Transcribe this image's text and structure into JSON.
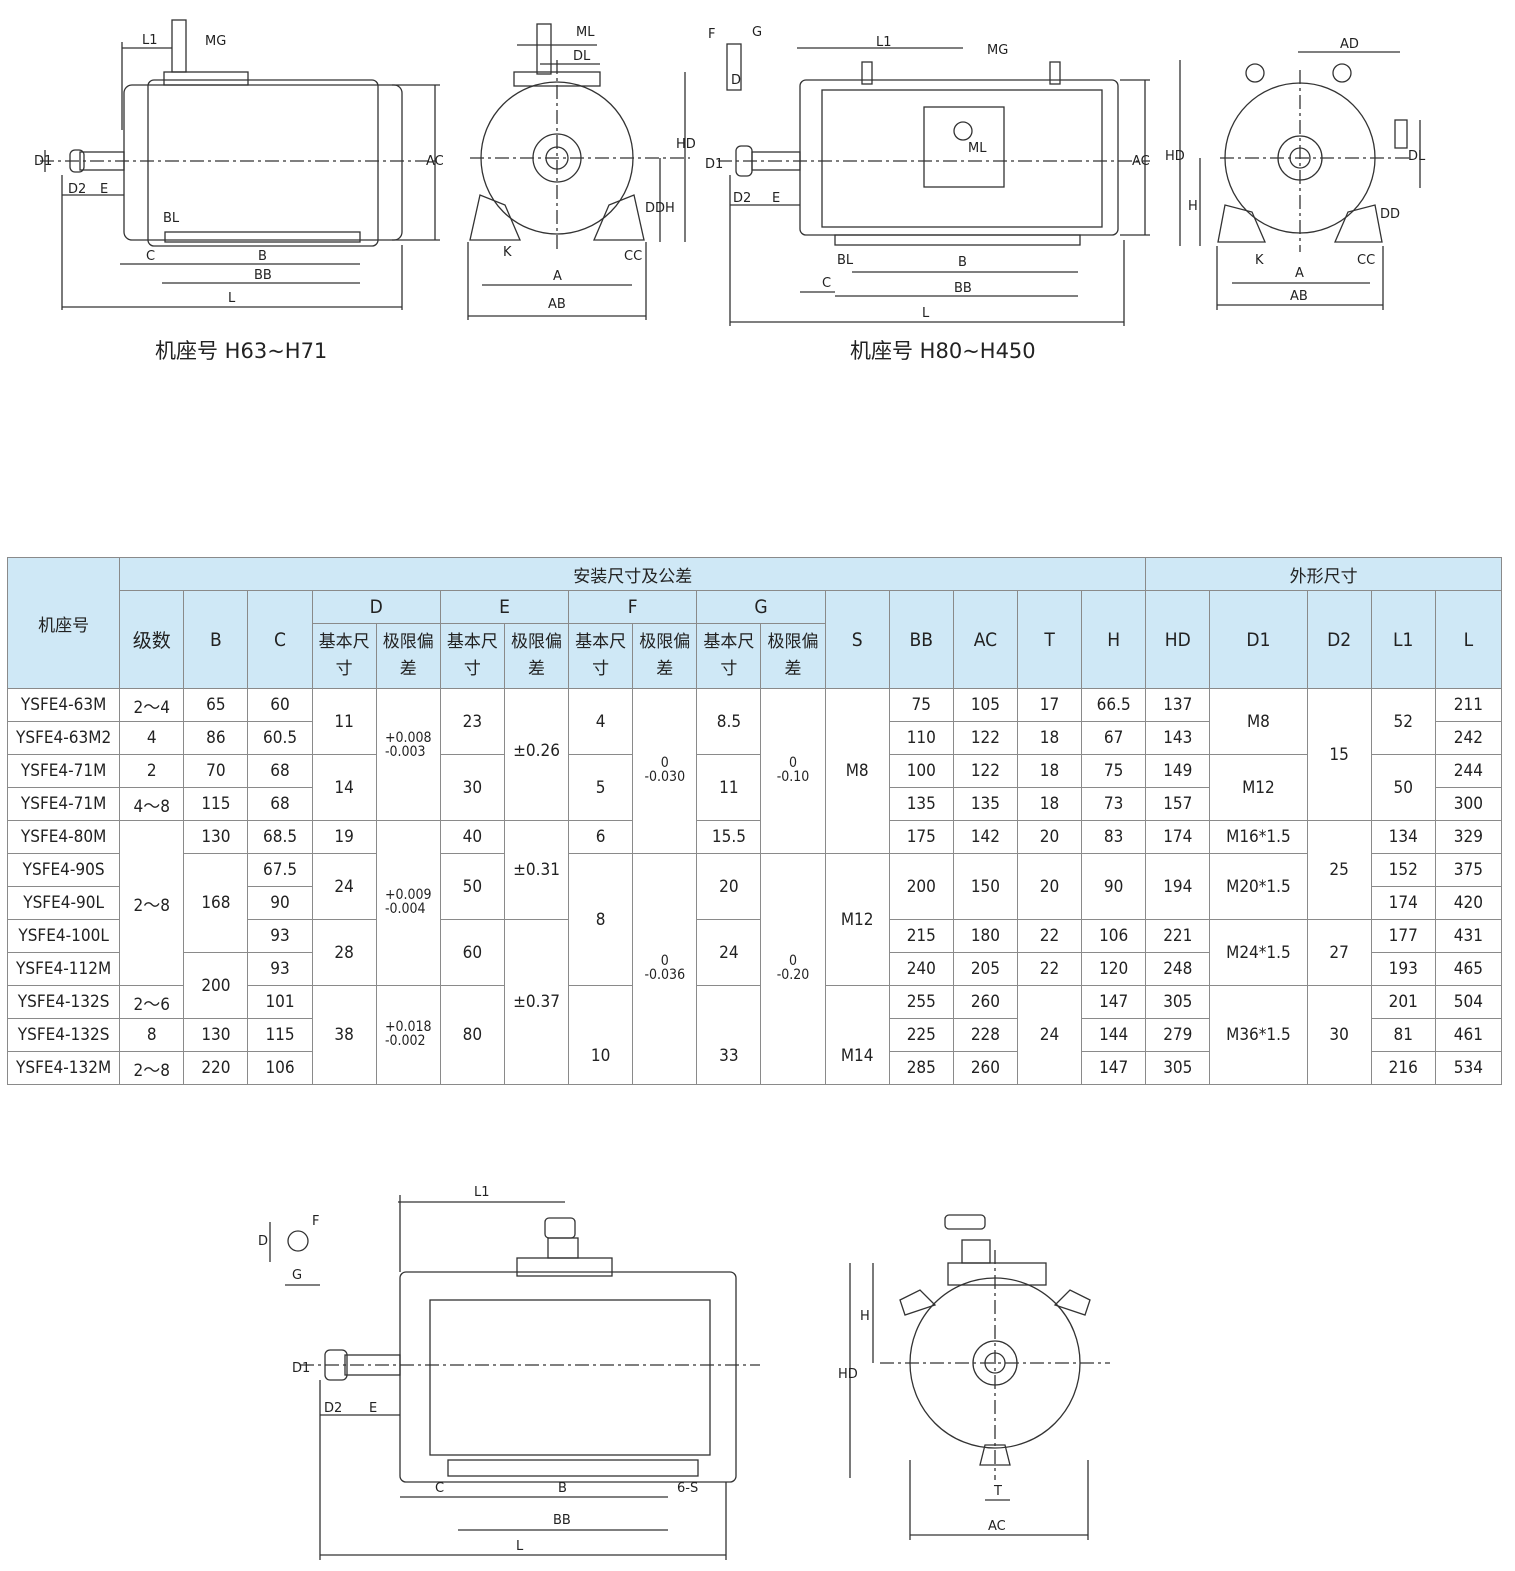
{
  "captions": {
    "top_left": "机座号 H63~H71",
    "top_right": "机座号 H80~H450"
  },
  "drawing_labels": {
    "L1": "L1",
    "MG": "MG",
    "ML": "ML",
    "DL": "DL",
    "AC": "AC",
    "HD": "HD",
    "D1": "D1",
    "D2": "D2",
    "E": "E",
    "BL": "BL",
    "C": "C",
    "B": "B",
    "BB": "BB",
    "L": "L",
    "DD": "DD",
    "H": "H",
    "K": "K",
    "A": "A",
    "CC": "CC",
    "AB": "AB",
    "F": "F",
    "G": "G",
    "D": "D",
    "AD": "AD",
    "S6": "6-S",
    "T": "T"
  },
  "table": {
    "header": {
      "frame": "机座号",
      "install": "安装尺寸及公差",
      "outline": "外形尺寸",
      "poles": "级数",
      "B": "B",
      "C": "C",
      "D": "D",
      "E": "E",
      "F": "F",
      "G": "G",
      "S": "S",
      "BB": "BB",
      "AC": "AC",
      "T": "T",
      "H": "H",
      "HD": "HD",
      "D1": "D1",
      "D2": "D2",
      "L1": "L1",
      "L": "L",
      "basic": "基本尺寸",
      "limit": "极限偏差"
    },
    "rows": [
      {
        "frame": "YSFE4-63M",
        "poles": "2～4",
        "B": "65",
        "C": "60",
        "BB": "75",
        "AC": "105",
        "T": "17",
        "H": "66.5",
        "HD": "137",
        "L": "211"
      },
      {
        "frame": "YSFE4-63M2",
        "poles": "4",
        "B": "86",
        "C": "60.5",
        "BB": "110",
        "AC": "122",
        "T": "18",
        "H": "67",
        "HD": "143",
        "L": "242"
      },
      {
        "frame": "YSFE4-71M",
        "poles": "2",
        "B": "70",
        "C": "68",
        "BB": "100",
        "AC": "122",
        "T": "18",
        "H": "75",
        "HD": "149",
        "L": "244"
      },
      {
        "frame": "YSFE4-71M",
        "poles": "4～8",
        "B": "115",
        "C": "68",
        "BB": "135",
        "AC": "135",
        "T": "18",
        "H": "73",
        "HD": "157",
        "L": "300"
      },
      {
        "frame": "YSFE4-80M",
        "B": "130",
        "C": "68.5",
        "BB": "175",
        "AC": "142",
        "T": "20",
        "H": "83",
        "HD": "174",
        "L1": "134",
        "L": "329"
      },
      {
        "frame": "YSFE4-90S",
        "C": "67.5",
        "L1": "152",
        "L": "375"
      },
      {
        "frame": "YSFE4-90L",
        "C": "90",
        "L1": "174",
        "L": "420"
      },
      {
        "frame": "YSFE4-100L",
        "C": "93",
        "BB": "215",
        "AC": "180",
        "T": "22",
        "H": "106",
        "HD": "221",
        "L1": "177",
        "L": "431"
      },
      {
        "frame": "YSFE4-112M",
        "C": "93",
        "BB": "240",
        "AC": "205",
        "T": "22",
        "H": "120",
        "HD": "248",
        "L1": "193",
        "L": "465"
      },
      {
        "frame": "YSFE4-132S",
        "poles": "2～6",
        "C": "101",
        "BB": "255",
        "AC": "260",
        "H": "147",
        "HD": "305",
        "L1": "201",
        "L": "504"
      },
      {
        "frame": "YSFE4-132S",
        "poles": "8",
        "B": "130",
        "C": "115",
        "BB": "225",
        "AC": "228",
        "H": "144",
        "HD": "279",
        "L1": "81",
        "L": "461"
      },
      {
        "frame": "YSFE4-132M",
        "poles": "2～8",
        "B": "220",
        "C": "106",
        "BB": "285",
        "AC": "260",
        "H": "147",
        "HD": "305",
        "L1": "216",
        "L": "534"
      }
    ],
    "merged": {
      "poles_80_112": "2～8",
      "B_90": "168",
      "B_112_132": "200",
      "D_63": "11",
      "D_71": "14",
      "D_80": "19",
      "D_90": "24",
      "D_100": "28",
      "D_132": "38",
      "Dtol_63_71": [
        "+0.008",
        "-0.003"
      ],
      "Dtol_80_112": [
        "+0.009",
        "-0.004"
      ],
      "Dtol_132": [
        "+0.018",
        "-0.002"
      ],
      "E_63": "23",
      "E_71": "30",
      "E_80": "40",
      "E_90": "50",
      "E_100": "60",
      "E_132": "80",
      "Etol_63_71": "±0.26",
      "Etol_80_90": "±0.31",
      "Etol_100_132": "±0.37",
      "F_63": "4",
      "F_71": "5",
      "F_80": "6",
      "F_90_112": "8",
      "F_132": "10",
      "Ftol_63_80": [
        "0",
        "-0.030"
      ],
      "Ftol_90_132": [
        "0",
        "-0.036"
      ],
      "G_63": "8.5",
      "G_71": "11",
      "G_80": "15.5",
      "G_90": "20",
      "G_100": "24",
      "G_132": "33",
      "Gtol_63_80": [
        "0",
        "-0.10"
      ],
      "Gtol_90_132": [
        "0",
        "-0.20"
      ],
      "S_63_80": "M8",
      "S_90_112": "M12",
      "S_132": "M14",
      "BB_90": "200",
      "AC_90": "150",
      "T_90": "20",
      "H_90": "90",
      "HD_90": "194",
      "T_132": "24",
      "D1_63": "M8",
      "D1_71": "M12",
      "D1_80": "M16*1.5",
      "D1_90": "M20*1.5",
      "D1_100": "M24*1.5",
      "D1_132": "M36*1.5",
      "D2_63_71": "15",
      "D2_80_90": "25",
      "D2_100_112": "27",
      "D2_132": "30",
      "L1_63": "52",
      "L1_71": "50"
    }
  }
}
